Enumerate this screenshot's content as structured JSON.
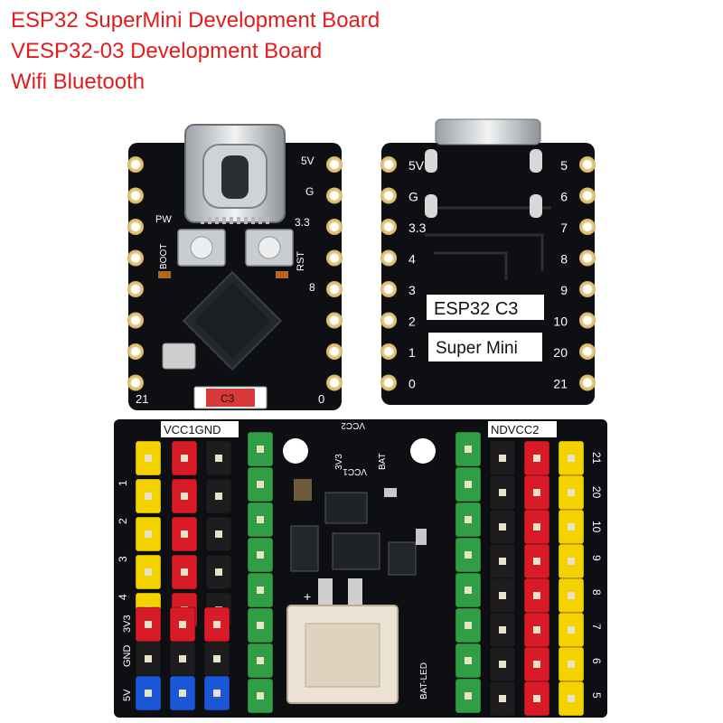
{
  "title_lines": [
    "ESP32 SuperMini Development Board",
    "VESP32-03 Development Board",
    "Wifi Bluetooth"
  ],
  "front_board": {
    "labels": [
      "5V",
      "G",
      "3.3",
      "RST",
      "PW",
      "BOOT",
      "8",
      "21",
      "0",
      "C3"
    ]
  },
  "back_board": {
    "left_pins": [
      "5V",
      "G",
      "3.3",
      "4",
      "3",
      "2",
      "1",
      "0"
    ],
    "right_pins": [
      "5",
      "6",
      "7",
      "8",
      "9",
      "10",
      "20",
      "21"
    ],
    "chip_label": "ESP32  C3",
    "board_label": "Super Mini"
  },
  "expansion_board": {
    "top_left_label": "VCC1GND",
    "top_right_label": "NDVCC2",
    "left_numbers": [
      "1",
      "2",
      "3",
      "4"
    ],
    "left_power_labels": [
      "3V3",
      "GND",
      "5V"
    ],
    "right_numbers": [
      "21",
      "20",
      "10",
      "9",
      "8",
      "7",
      "6",
      "5"
    ],
    "center_labels": [
      "VCC2",
      "BAT",
      "3V3",
      "VCC1",
      "BAT-LED"
    ]
  },
  "colors": {
    "title": "#e21b1b",
    "pcb": "#0d0f12",
    "header_yellow": "#f3d200",
    "header_red": "#d81b27",
    "header_black": "#1d1d1f",
    "header_green": "#2f9e44",
    "header_blue": "#1a56d6"
  }
}
